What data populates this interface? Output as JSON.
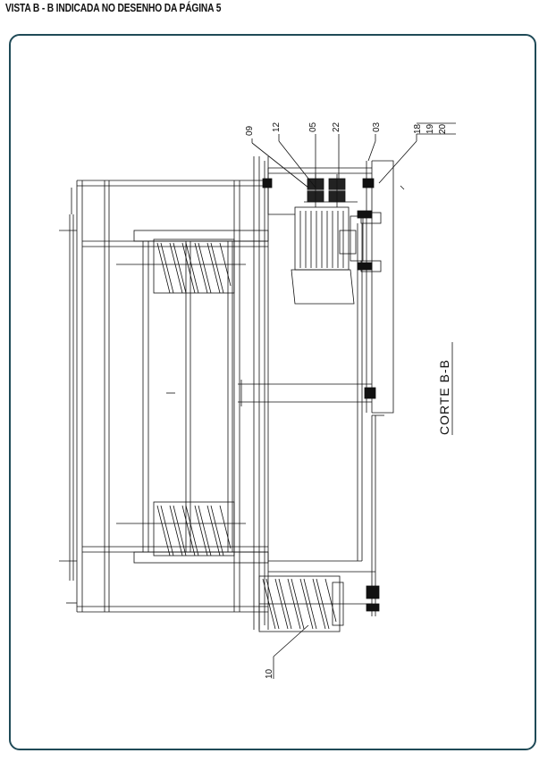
{
  "header": {
    "title": "VISTA B - B  INDICADA NO DESENHO DA PÁGINA 5"
  },
  "callouts": {
    "c09": "09",
    "c12": "12",
    "c05": "05",
    "c22": "22",
    "c03": "03",
    "c18": "18",
    "c19": "19",
    "c20": "20",
    "c10": "10"
  },
  "section": {
    "label": "CORTE B-B"
  },
  "colors": {
    "frame": "#1f4a57",
    "line": "#111111"
  }
}
